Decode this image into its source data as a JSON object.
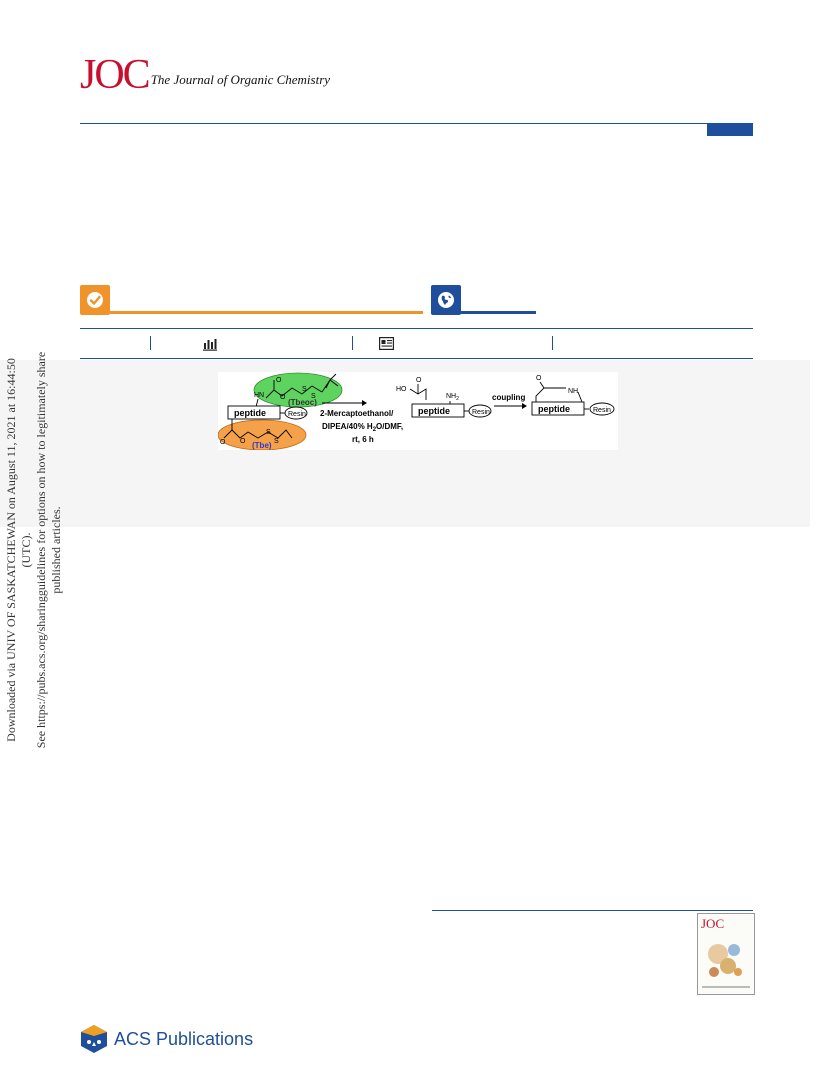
{
  "header": {
    "logo_letters": "JOC",
    "journal_name": "The Journal of Organic Chemistry"
  },
  "access": {
    "check_icon": "check-circle-icon",
    "globe_icon": "globe-icon"
  },
  "metrics": {
    "chart_icon": "bar-chart-icon",
    "article_icon": "article-icon"
  },
  "toc_graphic": {
    "group_top": "(Tbeoc)",
    "group_bottom": "(Tbe)",
    "peptide": "peptide",
    "resin": "Resin",
    "reagent_line1": "2-Mercaptoethanol/",
    "reagent_line2_a": "DIPEA/40% H",
    "reagent_line2_sub": "2",
    "reagent_line2_b": "O/DMF,",
    "reagent_line3": "rt, 6 h",
    "coupling": "coupling",
    "HN": "HN",
    "O": "O",
    "S": "S",
    "HO": "HO",
    "NH2": "NH",
    "NH2_sub": "2",
    "NH": "NH"
  },
  "side_text": {
    "line1": "Downloaded via UNIV OF SASKATCHEWAN on August 11, 2021 at 16:44:50 (UTC).",
    "line2": "See https://pubs.acs.org/sharingguidelines for options on how to legitimately share published articles."
  },
  "cover": {
    "mini_logo": "JOC"
  },
  "publisher": {
    "name": "ACS Publications"
  }
}
